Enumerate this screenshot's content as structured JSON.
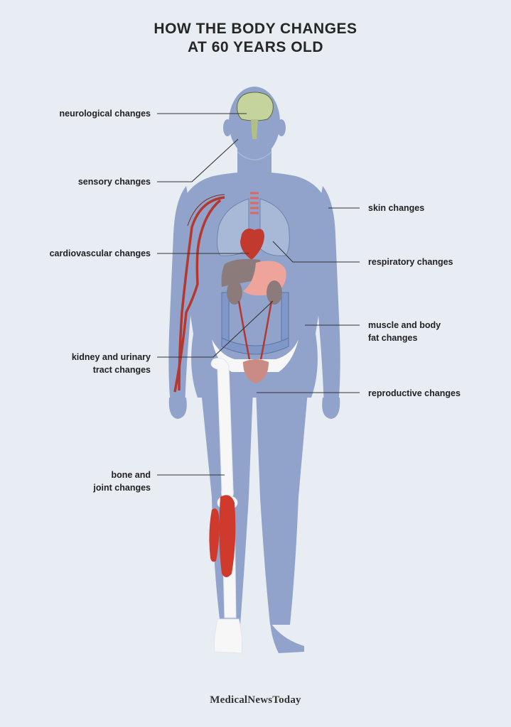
{
  "title": {
    "line1": "HOW THE BODY CHANGES",
    "line2": "AT 60 YEARS OLD"
  },
  "labels": {
    "neurological": "neurological changes",
    "sensory": "sensory changes",
    "cardiovascular": "cardiovascular changes",
    "kidney_line1": "kidney and urinary",
    "kidney_line2": "tract changes",
    "bone_line1": "bone and",
    "bone_line2": "joint changes",
    "skin": "skin changes",
    "respiratory": "respiratory changes",
    "muscle_line1": "muscle and body",
    "muscle_line2": "fat changes",
    "reproductive": "reproductive changes"
  },
  "brand": "MedicalNewsToday",
  "colors": {
    "background": "#e8edf3",
    "body": "#91a3ca",
    "bone": "#f7f7f7",
    "vessel": "#b5372e",
    "muscle": "#cf3a2c",
    "lung": "#a7b9d6",
    "brain": "#c5d49c",
    "organ": "#8c7b7b",
    "intestine": "#7f98c7"
  }
}
